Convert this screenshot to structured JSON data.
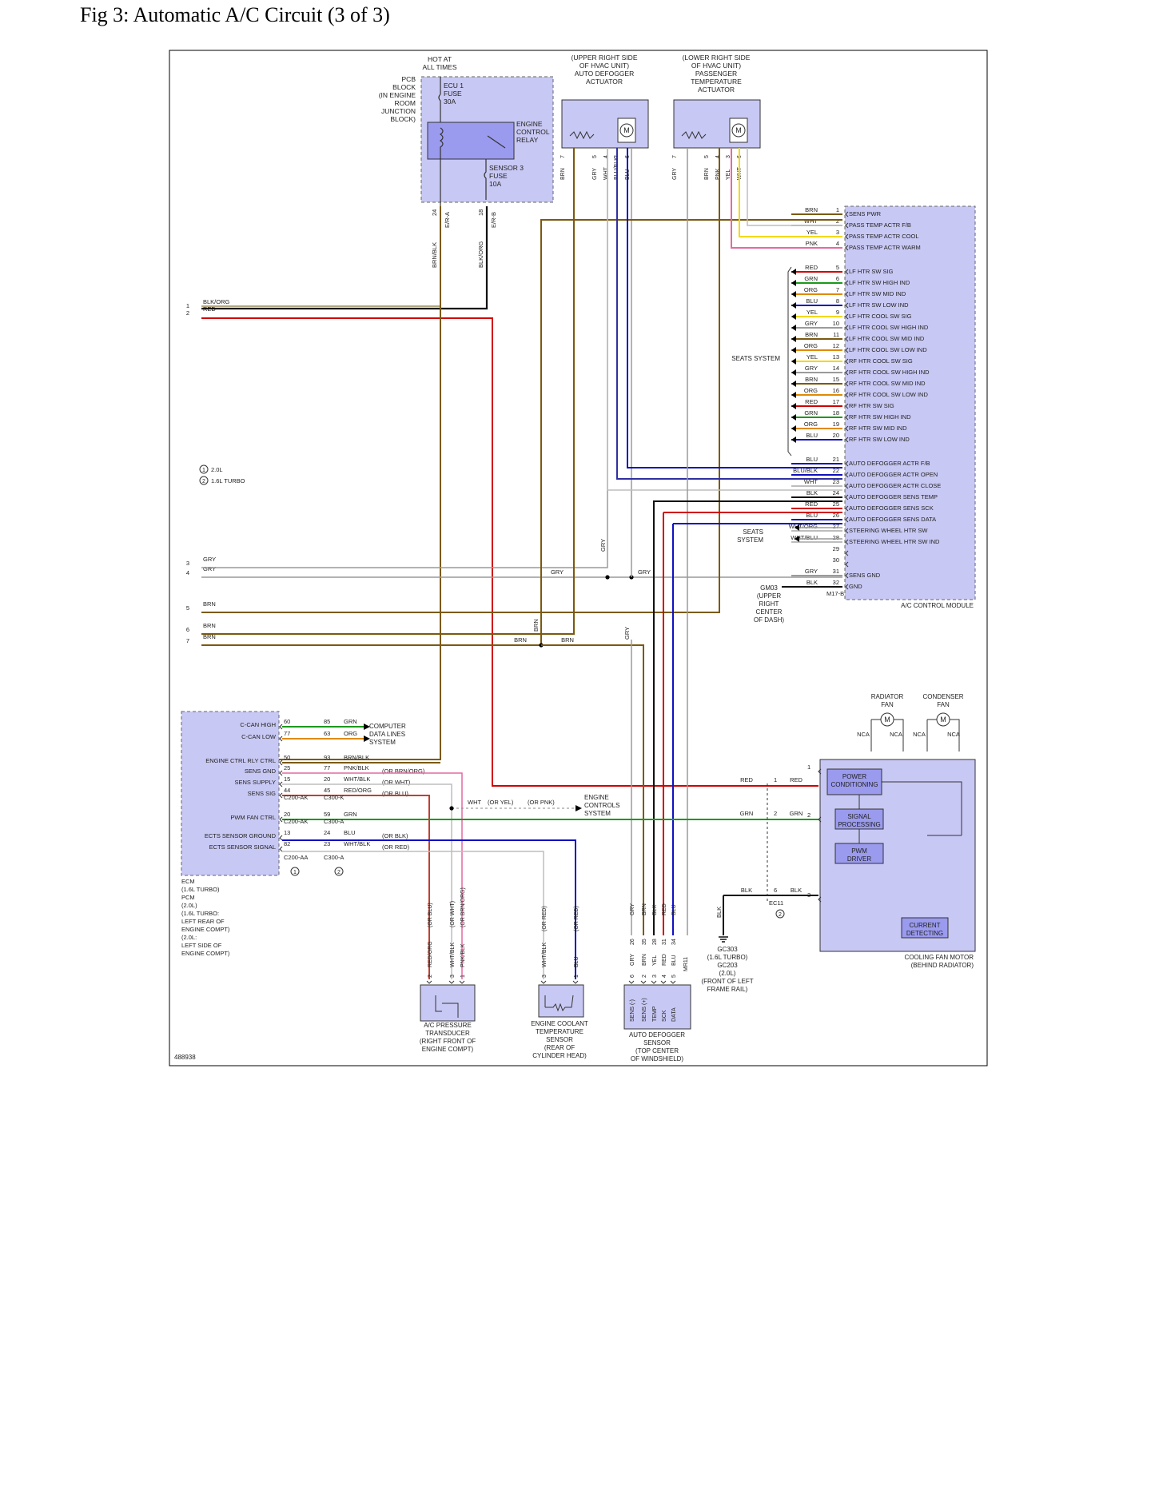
{
  "title": "Fig 3: Automatic A/C Circuit (3 of 3)",
  "figure_id": "488938",
  "colors": {
    "BRN": "#7a5a10",
    "WHT": "#bdbdbd",
    "YEL": "#f2d800",
    "PNK": "#e46aa0",
    "RED": "#d00000",
    "GRN": "#1a9a1a",
    "ORG": "#e08a00",
    "BLU": "#1010c0",
    "GRY": "#9a9a9a",
    "BLK": "#111111",
    "BOX": "#c8c8f4",
    "BOXDARK": "#9a9aee"
  },
  "legend": {
    "n1": "2.0L",
    "n2": "1.6L TURBO"
  },
  "pcb": {
    "header": [
      "HOT AT",
      "ALL TIMES"
    ],
    "label": [
      "PCB",
      "BLOCK",
      "(IN ENGINE",
      "ROOM",
      "JUNCTION",
      "BLOCK)"
    ],
    "fuse1": [
      "ECU 1",
      "FUSE",
      "30A"
    ],
    "relay": [
      "ENGINE",
      "CONTROL",
      "RELAY"
    ],
    "fuse2": [
      "SENSOR 3",
      "FUSE",
      "10A"
    ],
    "pins": [
      "24",
      "18"
    ],
    "connectors": [
      "E/R-A",
      "E/R-B"
    ],
    "wires": [
      "BRN/BLK",
      "BLK/ORG"
    ]
  },
  "upper_act": {
    "label": [
      "(UPPER RIGHT SIDE",
      "OF HVAC UNIT)",
      "AUTO DEFOGGER",
      "ACTUATOR"
    ],
    "pins": [
      "7",
      "5",
      "4",
      "3",
      "6"
    ],
    "wires": [
      "BRN",
      "GRY",
      "WHT",
      "BLU/BLK",
      "BLU"
    ]
  },
  "lower_act": {
    "label": [
      "(LOWER RIGHT SIDE",
      "OF HVAC UNIT)",
      "PASSENGER",
      "TEMPERATURE",
      "ACTUATOR"
    ],
    "pins": [
      "7",
      "5",
      "4",
      "3",
      "6"
    ],
    "wires": [
      "GRY",
      "BRN",
      "PNK",
      "YEL",
      "WHT"
    ]
  },
  "acm": {
    "label": "A/C CONTROL MODULE",
    "seats_label": "SEATS SYSTEM",
    "seats2": [
      "SEATS",
      "SYSTEM"
    ],
    "pins": [
      {
        "n": "1",
        "w": "BRN",
        "f": "SENS PWR"
      },
      {
        "n": "2",
        "w": "WHT",
        "f": "PASS TEMP ACTR F/B"
      },
      {
        "n": "3",
        "w": "YEL",
        "f": "PASS TEMP ACTR COOL"
      },
      {
        "n": "4",
        "w": "PNK",
        "f": "PASS TEMP ACTR WARM"
      },
      {
        "n": "5",
        "w": "RED",
        "f": "LF HTR SW SIG"
      },
      {
        "n": "6",
        "w": "GRN",
        "f": "LF HTR SW HIGH IND"
      },
      {
        "n": "7",
        "w": "ORG",
        "f": "LF HTR SW MID IND"
      },
      {
        "n": "8",
        "w": "BLU",
        "f": "LF HTR SW LOW IND"
      },
      {
        "n": "9",
        "w": "YEL",
        "f": "LF HTR COOL SW SIG"
      },
      {
        "n": "10",
        "w": "GRY",
        "f": "LF HTR COOL SW HIGH IND"
      },
      {
        "n": "11",
        "w": "BRN",
        "f": "LF HTR COOL SW MID IND"
      },
      {
        "n": "12",
        "w": "ORG",
        "f": "LF HTR COOL SW LOW IND"
      },
      {
        "n": "13",
        "w": "YEL",
        "f": "RF HTR COOL SW SIG"
      },
      {
        "n": "14",
        "w": "GRY",
        "f": "RF HTR COOL SW HIGH IND"
      },
      {
        "n": "15",
        "w": "BRN",
        "f": "RF HTR COOL SW MID IND"
      },
      {
        "n": "16",
        "w": "ORG",
        "f": "RF HTR COOL SW LOW IND"
      },
      {
        "n": "17",
        "w": "RED",
        "f": "RF HTR SW SIG"
      },
      {
        "n": "18",
        "w": "GRN",
        "f": "RF HTR SW HIGH IND"
      },
      {
        "n": "19",
        "w": "ORG",
        "f": "RF HTR SW MID IND"
      },
      {
        "n": "20",
        "w": "BLU",
        "f": "RF HTR SW LOW IND"
      },
      {
        "n": "21",
        "w": "BLU",
        "f": "AUTO DEFOGGER ACTR F/B"
      },
      {
        "n": "22",
        "w": "BLU/BLK",
        "f": "AUTO DEFOGGER ACTR OPEN"
      },
      {
        "n": "23",
        "w": "WHT",
        "f": "AUTO DEFOGGER ACTR CLOSE"
      },
      {
        "n": "24",
        "w": "BLK",
        "f": "AUTO DEFOGGER SENS TEMP"
      },
      {
        "n": "25",
        "w": "RED",
        "f": "AUTO DEFOGGER SENS SCK"
      },
      {
        "n": "26",
        "w": "BLU",
        "f": "AUTO DEFOGGER SENS DATA"
      },
      {
        "n": "27",
        "w": "WHT/ORG",
        "f": "STEERING WHEEL HTR SW"
      },
      {
        "n": "28",
        "w": "WHT/BLU",
        "f": "STEERING WHEEL HTR SW IND"
      },
      {
        "n": "29",
        "w": "",
        "f": ""
      },
      {
        "n": "30",
        "w": "",
        "f": ""
      },
      {
        "n": "31",
        "w": "GRY",
        "f": "SENS GND"
      },
      {
        "n": "32",
        "w": "BLK",
        "f": "GND"
      }
    ],
    "connector": "M17-B",
    "ground": [
      "GM03",
      "(UPPER",
      "RIGHT",
      "CENTER",
      "OF DASH)"
    ]
  },
  "left_wires": [
    {
      "n": "1",
      "w": "BLK/ORG"
    },
    {
      "n": "2",
      "w": "RED"
    },
    {
      "n": "3",
      "w": "GRY"
    },
    {
      "n": "4",
      "w": "GRY"
    },
    {
      "n": "5",
      "w": "BRN"
    },
    {
      "n": "6",
      "w": "BRN"
    },
    {
      "n": "7",
      "w": "BRN"
    }
  ],
  "mid_labels": {
    "gry_a": "GRY",
    "gry_b": "GRY",
    "gry_v": "GRY",
    "gry_v2": "GRY",
    "brn_v": "BRN",
    "brn_a": "BRN",
    "brn_b": "BRN"
  },
  "ecm": {
    "pins": [
      {
        "f": "C-CAN HIGH",
        "a": "60",
        "b": "85",
        "w": "GRN"
      },
      {
        "f": "C-CAN LOW",
        "a": "77",
        "b": "63",
        "w": "ORG"
      },
      {
        "f": "ENGINE CTRL RLY CTRL",
        "a": "50",
        "b": "93",
        "w": "BRN/BLK"
      },
      {
        "f": "SENS GND",
        "a": "25",
        "b": "77",
        "w": "PNK/BLK",
        "alt": "(OR BRN/ORG)"
      },
      {
        "f": "SENS SUPPLY",
        "a": "15",
        "b": "20",
        "w": "WHT/BLK",
        "alt": "(OR WHT)"
      },
      {
        "f": "SENS SIG",
        "a": "44",
        "b": "45",
        "w": "RED/ORG",
        "alt": "(OR BLU)"
      },
      {
        "f": "PWM FAN CTRL",
        "a": "20",
        "b": "59",
        "w": "GRN"
      },
      {
        "f": "ECTS SENSOR GROUND",
        "a": "13",
        "b": "24",
        "w": "BLU",
        "alt": "(OR BLK)"
      },
      {
        "f": "ECTS SENSOR SIGNAL",
        "a": "82",
        "b": "23",
        "w": "WHT/BLK",
        "alt": "(OR RED)"
      }
    ],
    "conns": [
      "C200-AK",
      "C300-K",
      "C200-AK",
      "C300-A",
      "C200-AA",
      "C300-A"
    ],
    "computer": [
      "COMPUTER",
      "DATA LINES",
      "SYSTEM"
    ],
    "engine_ctrl": [
      "ENGINE",
      "CONTROLS",
      "SYSTEM"
    ],
    "wht": "WHT",
    "or_yel": "(OR YEL)",
    "or_pnk": "(OR PNK)",
    "label": [
      "ECM",
      "(1.6L TURBO)",
      "PCM",
      "(2.0L)",
      "(1.6L TURBO:",
      "LEFT REAR OF",
      "ENGINE COMPT)",
      "(2.0L:",
      "LEFT SIDE OF",
      "ENGINE COMPT)"
    ]
  },
  "transducer": {
    "label": [
      "A/C PRESSURE",
      "TRANSDUCER",
      "(RIGHT FRONT OF",
      "ENGINE COMPT)"
    ],
    "wires": [
      "RED/ORG",
      "WHT/BLK",
      "PNK/BLK"
    ],
    "alts": [
      "(OR BLU)",
      "(OR WHT)",
      "(OR BRN/ORG)"
    ],
    "pins": [
      "2",
      "3",
      "1"
    ]
  },
  "ects": {
    "label": [
      "ENGINE COOLANT",
      "TEMPERATURE",
      "SENSOR",
      "(REAR OF",
      "CYLINDER HEAD)"
    ],
    "wires": [
      "WHT/BLK",
      "BLU"
    ],
    "alts": [
      "(OR RED)",
      "(OR RED)"
    ],
    "pins": [
      "3",
      "1"
    ]
  },
  "defsensor": {
    "label": [
      "AUTO DEFOGGER",
      "SENSOR",
      "(TOP CENTER",
      "OF WINDSHIELD)"
    ],
    "top": [
      "GRY",
      "BRN",
      "BLK",
      "RED",
      "BLU"
    ],
    "wires": [
      "GRY",
      "BRN",
      "YEL",
      "RED",
      "BLU"
    ],
    "pins": [
      "6",
      "2",
      "3",
      "4",
      "5"
    ],
    "apins": [
      "26",
      "35",
      "28",
      "31",
      "34"
    ],
    "conn": "MR11",
    "funcs": [
      "SENS (-)",
      "SENS (+)",
      "TEMP",
      "SCK",
      "DATA"
    ]
  },
  "ground2": {
    "wire": "BLK",
    "label": [
      "GC303",
      "(1.6L TURBO)",
      "GC203",
      "(2.0L)",
      "(FRONT OF LEFT",
      "FRAME RAIL)"
    ]
  },
  "fan": {
    "label": [
      "COOLING FAN MOTOR",
      "(BEHIND RADIATOR)"
    ],
    "radiator": [
      "RADIATOR",
      "FAN"
    ],
    "condenser": [
      "CONDENSER",
      "FAN"
    ],
    "nca": "NCA",
    "blocks": [
      [
        "POWER",
        "CONDITIONING"
      ],
      [
        "SIGNAL",
        "PROCESSING"
      ],
      [
        "PWM",
        "DRIVER"
      ],
      [
        "CURRENT",
        "DETECTING"
      ]
    ],
    "conn": "EC11",
    "pins": [
      "1",
      "2",
      "3",
      "6"
    ],
    "wires": [
      "RED",
      "GRN",
      "BLK"
    ]
  }
}
